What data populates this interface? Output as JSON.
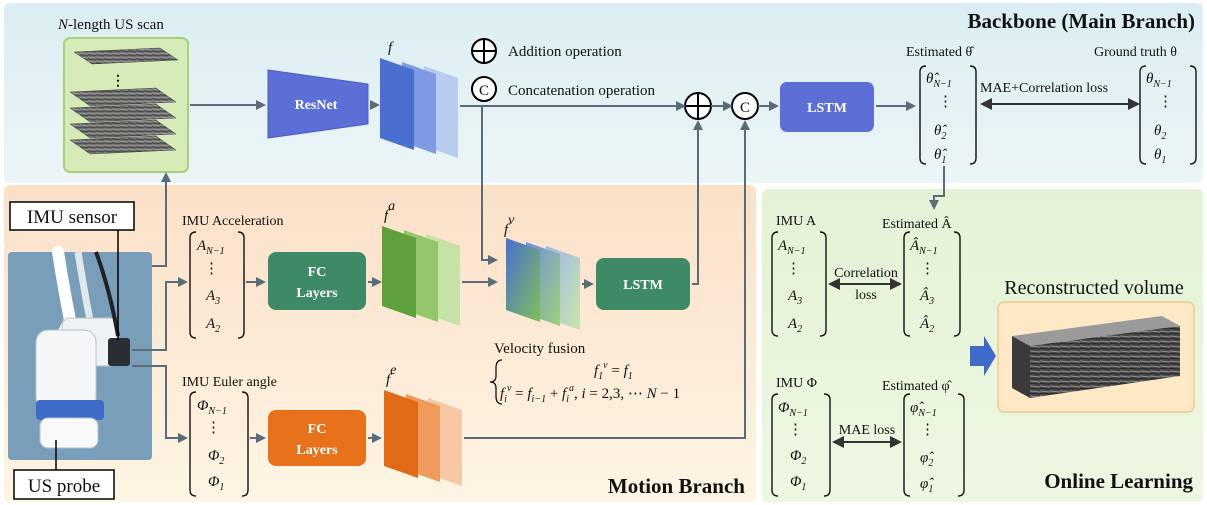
{
  "backbone": {
    "title": "Backbone (Main Branch)",
    "scan_label": "N-length US scan",
    "resnet_label": "ResNet",
    "feature_label": "f",
    "lstm_label": "LSTM",
    "legend_add": "Addition operation",
    "legend_concat": "Concatenation operation",
    "concat_symbol": "C",
    "estimated_theta_label": "Estimated θ̂",
    "ground_truth_label": "Ground truth θ",
    "loss_label": "MAE+Correlation loss",
    "est_theta_items": [
      "θ̂N−1",
      "⋮",
      "θ̂2",
      "θ̂1"
    ],
    "gt_theta_items": [
      "θN−1",
      "⋮",
      "θ2",
      "θ1"
    ]
  },
  "motion": {
    "title": "Motion Branch",
    "imu_sensor_label": "IMU sensor",
    "us_probe_label": "US probe",
    "acc_label": "IMU Acceleration",
    "acc_items": [
      "AN−1",
      "⋮",
      "A3",
      "A2"
    ],
    "fc_label_line1": "FC",
    "fc_label_line2": "Layers",
    "fa_label": "f",
    "fa_sup": "a",
    "fv_label": "f",
    "fv_sup": "v",
    "fe_label": "f",
    "fe_sup": "e",
    "lstm_label": "LSTM",
    "euler_label": "IMU Euler angle",
    "euler_items": [
      "ΦN−1",
      "⋮",
      "Φ2",
      "Φ1"
    ],
    "velocity_title": "Velocity fusion",
    "velocity_eq1": "f1v = f1",
    "velocity_eq2": "fiv = fi−1 + fia, i = 2,3,⋯ N − 1"
  },
  "online": {
    "title": "Online Learning",
    "imu_a_label": "IMU A",
    "est_a_label": "Estimated Â",
    "corr_loss_line1": "Correlation",
    "corr_loss_line2": "loss",
    "imu_a_items": [
      "AN−1",
      "⋮",
      "A3",
      "A2"
    ],
    "est_a_items": [
      "ÂN−1",
      "⋮",
      "Â3",
      "Â2"
    ],
    "imu_phi_label": "IMU Φ",
    "est_phi_label": "Estimated φ̂",
    "mae_loss_label": "MAE loss",
    "imu_phi_items": [
      "ΦN−1",
      "⋮",
      "Φ2",
      "Φ1"
    ],
    "est_phi_items": [
      "φ̂N−1",
      "⋮",
      "φ̂2",
      "φ̂1"
    ],
    "recon_label": "Reconstructed volume"
  },
  "colors": {
    "backbone_bg": "#e4f1f4",
    "motion_bg": "#fdebd9",
    "online_bg": "#eaf5df",
    "resnet": "#5b6fd6",
    "lstm": "#5b6fd6",
    "fc_green": "#3f8a66",
    "fc_orange": "#e8711c",
    "feature_blue": "#4a6fd0",
    "feature_green": "#5f9f3c",
    "feature_orange": "#e06a18"
  }
}
